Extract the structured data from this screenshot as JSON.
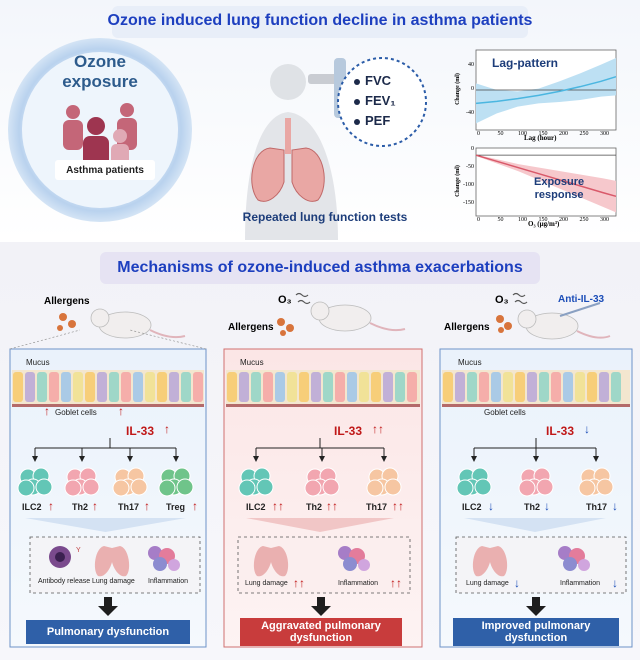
{
  "top_title": "Ozone induced lung function decline in asthma patients",
  "ozone_exposure": [
    "Ozone",
    "exposure"
  ],
  "asthma_patients": "Asthma patients",
  "tests": [
    "FVC",
    "FEV₁",
    "PEF"
  ],
  "repeated_tests": "Repeated lung function tests",
  "lag_chart": {
    "title": "Lag-pattern",
    "xlabel": "Lag (hour)",
    "ylabel": "Change (ml)",
    "xticks": [
      "0",
      "50",
      "100",
      "150",
      "200",
      "250",
      "300"
    ],
    "yticks": [
      "40",
      "0",
      "-40"
    ]
  },
  "exposure_chart": {
    "title": [
      "Exposure",
      "response"
    ],
    "xlabel": "O₃ (μg/m³)",
    "ylabel": "Change (ml)",
    "xticks": [
      "0",
      "50",
      "100",
      "150",
      "200",
      "250",
      "300"
    ],
    "yticks": [
      "0",
      "-50",
      "-100",
      "-150"
    ]
  },
  "chart_data": [
    {
      "type": "line",
      "title": "Lag-pattern",
      "xlabel": "Lag (hour)",
      "ylabel": "Change (ml)",
      "xlim": [
        0,
        336
      ],
      "ylim": [
        -60,
        60
      ],
      "x": [
        0,
        50,
        100,
        150,
        200,
        250,
        300,
        336
      ],
      "y": [
        -20,
        -17,
        -13,
        -8,
        -2,
        5,
        13,
        20
      ],
      "lower": [
        -50,
        -35,
        -25,
        -20,
        -18,
        -15,
        -10,
        -8
      ],
      "upper": [
        10,
        0,
        -2,
        2,
        13,
        25,
        38,
        48
      ],
      "reference": 0
    },
    {
      "type": "line",
      "title": "Exposure response",
      "xlabel": "O₃ (μg/m³)",
      "ylabel": "Change (ml)",
      "xlim": [
        0,
        330
      ],
      "ylim": [
        -170,
        20
      ],
      "x": [
        0,
        100,
        200,
        300,
        330
      ],
      "y": [
        0,
        -35,
        -70,
        -105,
        -115
      ],
      "lower": [
        -2,
        -45,
        -95,
        -145,
        -160
      ],
      "upper": [
        2,
        -25,
        -45,
        -65,
        -72
      ],
      "reference": 0
    }
  ],
  "bottom_title": "Mechanisms of ozone-induced asthma exacerbations",
  "allergens": "Allergens",
  "o3": "O₃",
  "anti_il33": "Anti-IL-33",
  "mucus": "Mucus",
  "goblet_cells": "Goblet cells",
  "il33": "IL-33",
  "panels": [
    {
      "cells": [
        "ILC2",
        "Th2",
        "Th17",
        "Treg"
      ],
      "outcomes": [
        "Antibody release",
        "Lung damage",
        "Inflammation"
      ],
      "result": "Pulmonary dysfunction"
    },
    {
      "cells": [
        "ILC2",
        "Th2",
        "Th17"
      ],
      "outcomes": [
        "Lung damage",
        "Inflammation"
      ],
      "result": "Aggravated pulmonary dysfunction"
    },
    {
      "cells": [
        "ILC2",
        "Th2",
        "Th17"
      ],
      "outcomes": [
        "Lung damage",
        "Inflammation"
      ],
      "result": "Improved pulmonary dysfunction"
    }
  ],
  "colors": {
    "title": "#1d3fbf",
    "red": "#c01818",
    "blue": "#1b4db8",
    "box": "#2f60a8",
    "box_red": "#c83c3c"
  }
}
